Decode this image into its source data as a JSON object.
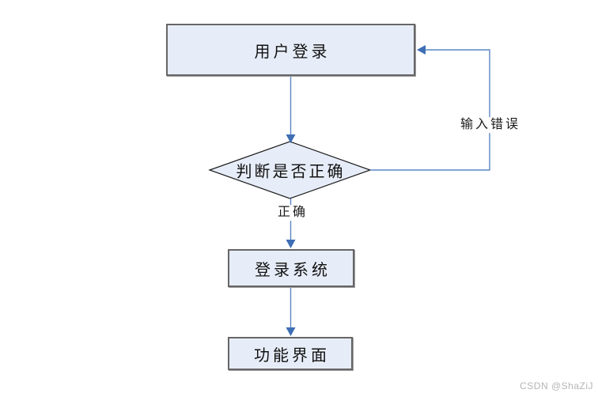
{
  "diagram": {
    "type": "flowchart",
    "nodes": [
      {
        "id": "user-login",
        "shape": "rectangle",
        "label": "用户登录"
      },
      {
        "id": "decision",
        "shape": "diamond",
        "label": "判断是否正确"
      },
      {
        "id": "login-system",
        "shape": "rectangle",
        "label": "登录系统"
      },
      {
        "id": "function-ui",
        "shape": "rectangle",
        "label": "功能界面"
      }
    ],
    "edges": [
      {
        "from": "user-login",
        "to": "decision",
        "label": ""
      },
      {
        "from": "decision",
        "to": "login-system",
        "label": "正确"
      },
      {
        "from": "login-system",
        "to": "function-ui",
        "label": ""
      },
      {
        "from": "decision",
        "to": "user-login",
        "label": "输入错误",
        "route": "right-side-feedback-loop"
      }
    ],
    "colors": {
      "node_fill": "#e7edf8",
      "rect_border": "#666666",
      "diamond_border": "#1f1f1f",
      "connector_line": "#5b87c5",
      "arrowhead": "#3f6eb5",
      "text": "#111111",
      "watermark_text": "#b5b5b5",
      "background": "#ffffff"
    }
  },
  "watermark": "CSDN @ShaZiJ"
}
